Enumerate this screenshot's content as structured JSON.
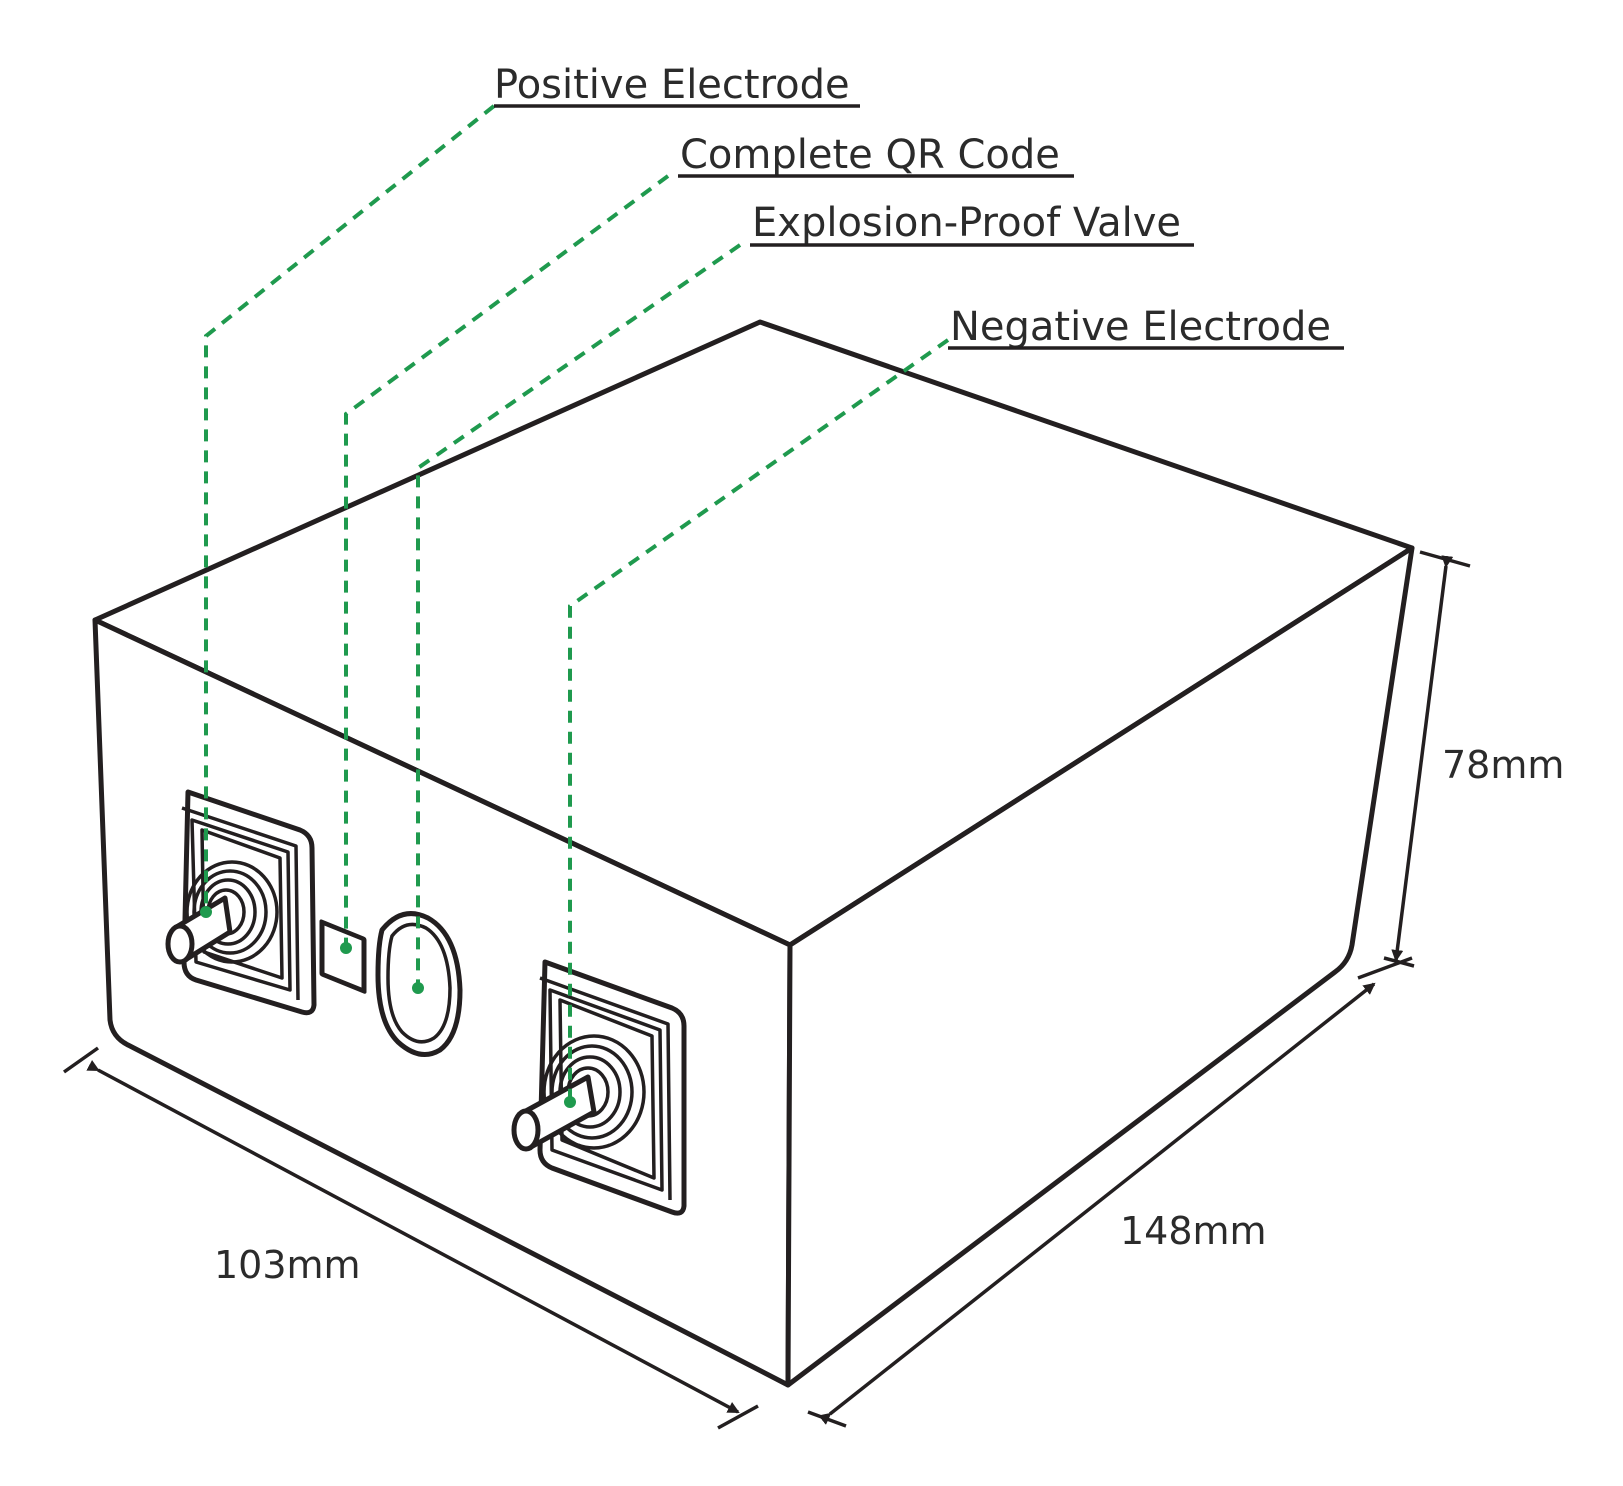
{
  "labels": {
    "positive_electrode": "Positive Electrode",
    "qr_code": "Complete QR Code",
    "explosion_valve": "Explosion-Proof Valve",
    "negative_electrode": "Negative Electrode"
  },
  "dimensions": {
    "width": "103mm",
    "length": "148mm",
    "height": "78mm"
  },
  "colors": {
    "leader_line": "#1f9a4e",
    "outline": "#231f20"
  }
}
